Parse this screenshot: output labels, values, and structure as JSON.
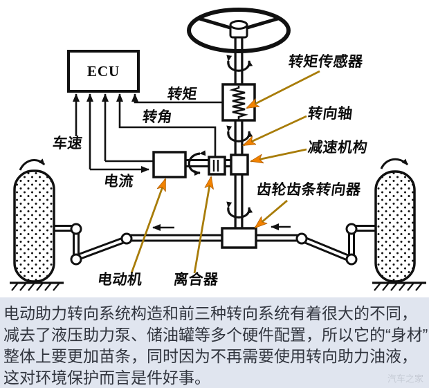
{
  "diagram": {
    "ecu_label": "ECU",
    "component_labels": {
      "torque": "转矩",
      "angle": "转角",
      "speed": "车速",
      "current": "电流",
      "torque_sensor": "转矩传感器",
      "steering_shaft": "转向轴",
      "reduction_mechanism": "减速机构",
      "rack_pinion_gear": "齿轮齿条转向器",
      "motor": "电动机",
      "clutch": "离合器"
    },
    "colors": {
      "line": "#111111",
      "callout_line": "#a87c08",
      "callout_arrowhead": "#f28200"
    }
  },
  "caption": {
    "background": "#e0e5ef",
    "text_color": "#31353e",
    "lines": [
      "电动助力转向系统构造和前三种转向系统有着很大的不同，",
      "减去了液压助力泵、储油罐等多个硬件配置，所以它的“身材”",
      "整体上要更加苗条，同时因为不再需要使用转向助力油液，",
      "这对环境保护而言是件好事。"
    ],
    "watermark": "汽车之家"
  }
}
